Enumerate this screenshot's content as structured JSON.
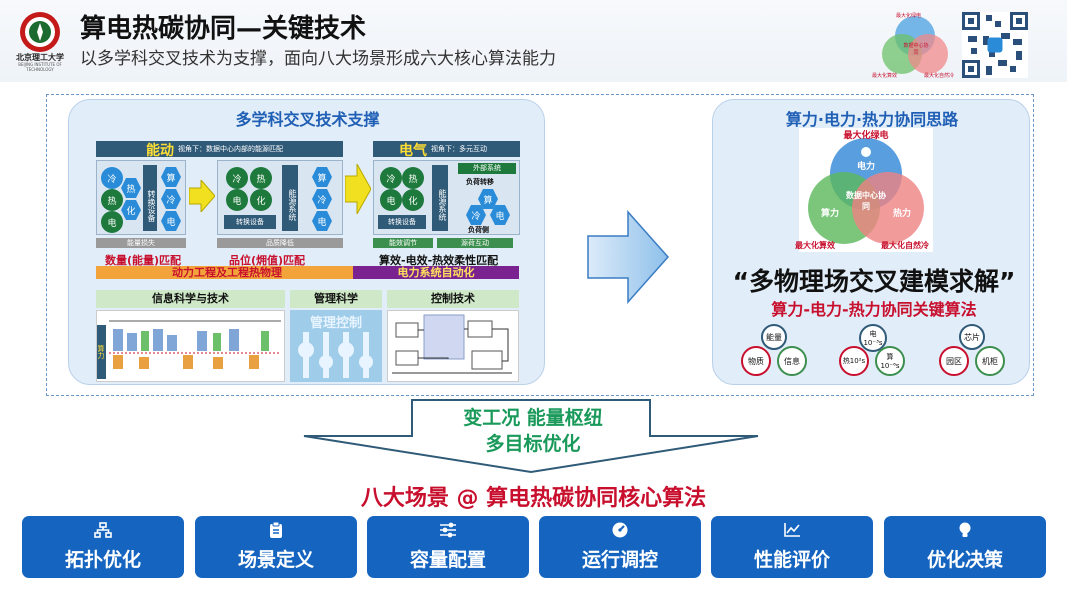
{
  "header": {
    "title": "算电热碳协同—关键技术",
    "subtitle": "以多学科交叉技术为支撑，面向八大场景形成六大核心算法能力",
    "university": "北京理工大学",
    "university_en": "BEIJING INSTITUTE OF TECHNOLOGY",
    "mini_venn": {
      "top": "最大化绿电",
      "center": "数据中心协同",
      "bottom_left": "最大化算效",
      "bottom_right": "最大化自然冷"
    }
  },
  "left": {
    "title": "多学科交叉技术支撑",
    "energy": {
      "title": "能动",
      "caption": "视角下：数据中心内部的能源匹配",
      "convert": "转换设备",
      "convert2": "转换设备",
      "energy_sys": "能源系统",
      "loss": "能量损失",
      "grade": "品质降低",
      "match1": "数量(能量)匹配",
      "match2": "品位(㶲值)匹配",
      "footer": "动力工程及工程热物理",
      "nodes": {
        "cold": "冷",
        "heat": "热",
        "elec": "电",
        "compute": "算",
        "hua": "化"
      }
    },
    "electric": {
      "title": "电气",
      "caption": "视角下：多元互动",
      "external": "外部系统",
      "load": "负荷转移",
      "energy_sys": "能源系统",
      "convert": "转换设备",
      "eff": "能效调节",
      "path": "源荷互动",
      "load2": "负荷侧",
      "match": "算效-电效-热效柔性匹配",
      "footer": "电力系统自动化"
    },
    "info": "信息科学与技术",
    "mgmt": "管理科学",
    "mgmt_watermark": "管理控制",
    "control": "控制技术",
    "row_label": "算力"
  },
  "right": {
    "title": "算力·电力·热力协同思路",
    "venn": {
      "top": "最大化绿电",
      "power": "电力",
      "center": "数据中心协同",
      "compute": "算力",
      "heat": "热力",
      "bl": "最大化算效",
      "br": "最大化自然冷"
    },
    "quote": "“多物理场交叉建模求解”",
    "sub": "算力-电力-热力协同关键算法",
    "g1": {
      "top": "能量",
      "l": "物质",
      "r": "信息"
    },
    "g2": {
      "top": "电10⁻³s",
      "l": "热10²s",
      "r": "算10⁻⁶s"
    },
    "g3": {
      "top": "芯片",
      "l": "园区",
      "r": "机柜"
    }
  },
  "funnel": {
    "line1": "变工况 能量枢纽",
    "line2": "多目标优化"
  },
  "scenes_title": "八大场景 @ 算电热碳协同核心算法",
  "cards": [
    {
      "icon": "topology-icon",
      "label": "拓扑优化"
    },
    {
      "icon": "clipboard-icon",
      "label": "场景定义"
    },
    {
      "icon": "sliders-icon",
      "label": "容量配置"
    },
    {
      "icon": "gauge-icon",
      "label": "运行调控"
    },
    {
      "icon": "chart-icon",
      "label": "性能评价"
    },
    {
      "icon": "bulb-icon",
      "label": "优化决策"
    }
  ]
}
